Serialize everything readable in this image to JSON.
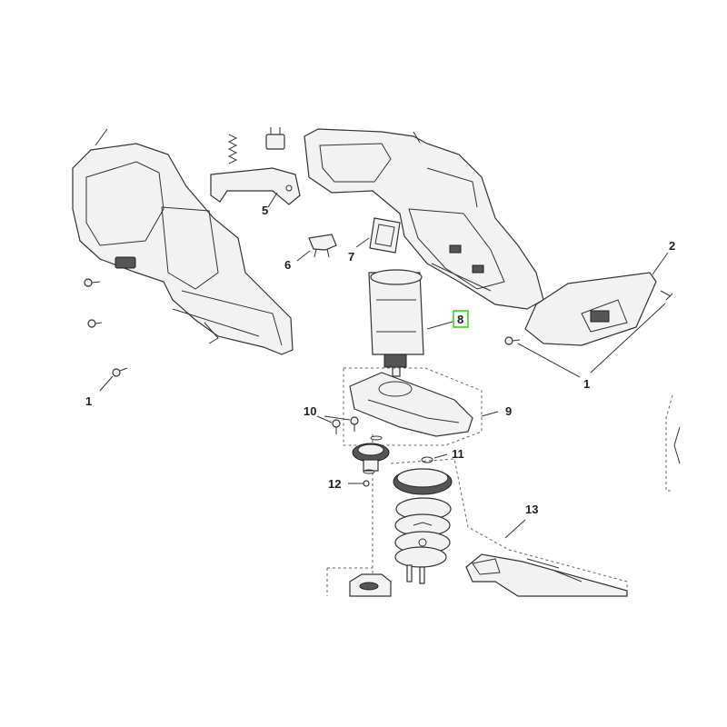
{
  "callouts": {
    "c1a": "1",
    "c1b": "1",
    "c2": "2",
    "c5": "5",
    "c6": "6",
    "c7": "7",
    "c8": "8",
    "c9": "9",
    "c10": "10",
    "c11": "11",
    "c12": "12",
    "c13": "13"
  },
  "highlight": {
    "part": "8",
    "color": "#39d11c"
  }
}
